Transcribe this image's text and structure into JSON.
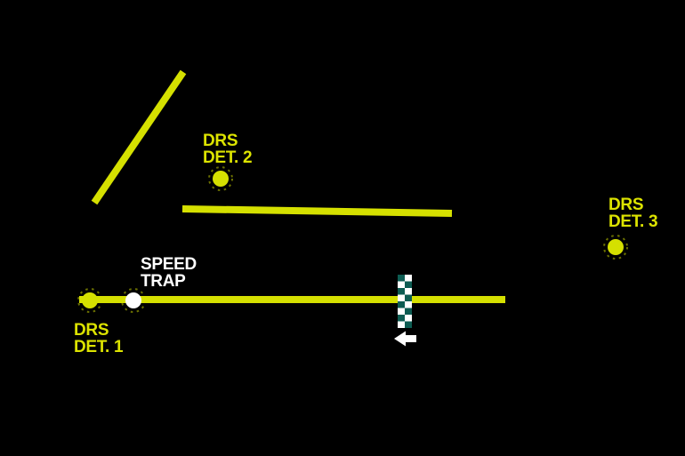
{
  "diagram": {
    "type": "race-track-schematic",
    "labels": {
      "drs_det_1": "DRS\nDET. 1",
      "drs_det_2": "DRS\nDET. 2",
      "drs_det_3": "DRS\nDET. 3",
      "speed_trap": "SPEED\nTRAP"
    },
    "markers": [
      {
        "name": "drs-detection-1",
        "shape": "dot",
        "color": "#d5e000"
      },
      {
        "name": "speed-trap",
        "shape": "dot",
        "color": "#ffffff"
      },
      {
        "name": "drs-detection-2",
        "shape": "dot",
        "color": "#d5e000"
      },
      {
        "name": "drs-detection-3",
        "shape": "dot",
        "color": "#d5e000"
      }
    ],
    "icons": {
      "finish_line": "checkered-strip",
      "direction_arrow": "left-arrow"
    },
    "colors": {
      "background": "#000000",
      "track": "#d5e000",
      "label_yellow": "#dce300",
      "label_white": "#ffffff",
      "checker_teal": "#0d5c52",
      "checker_white": "#ffffff",
      "arrow_white": "#ffffff"
    }
  }
}
